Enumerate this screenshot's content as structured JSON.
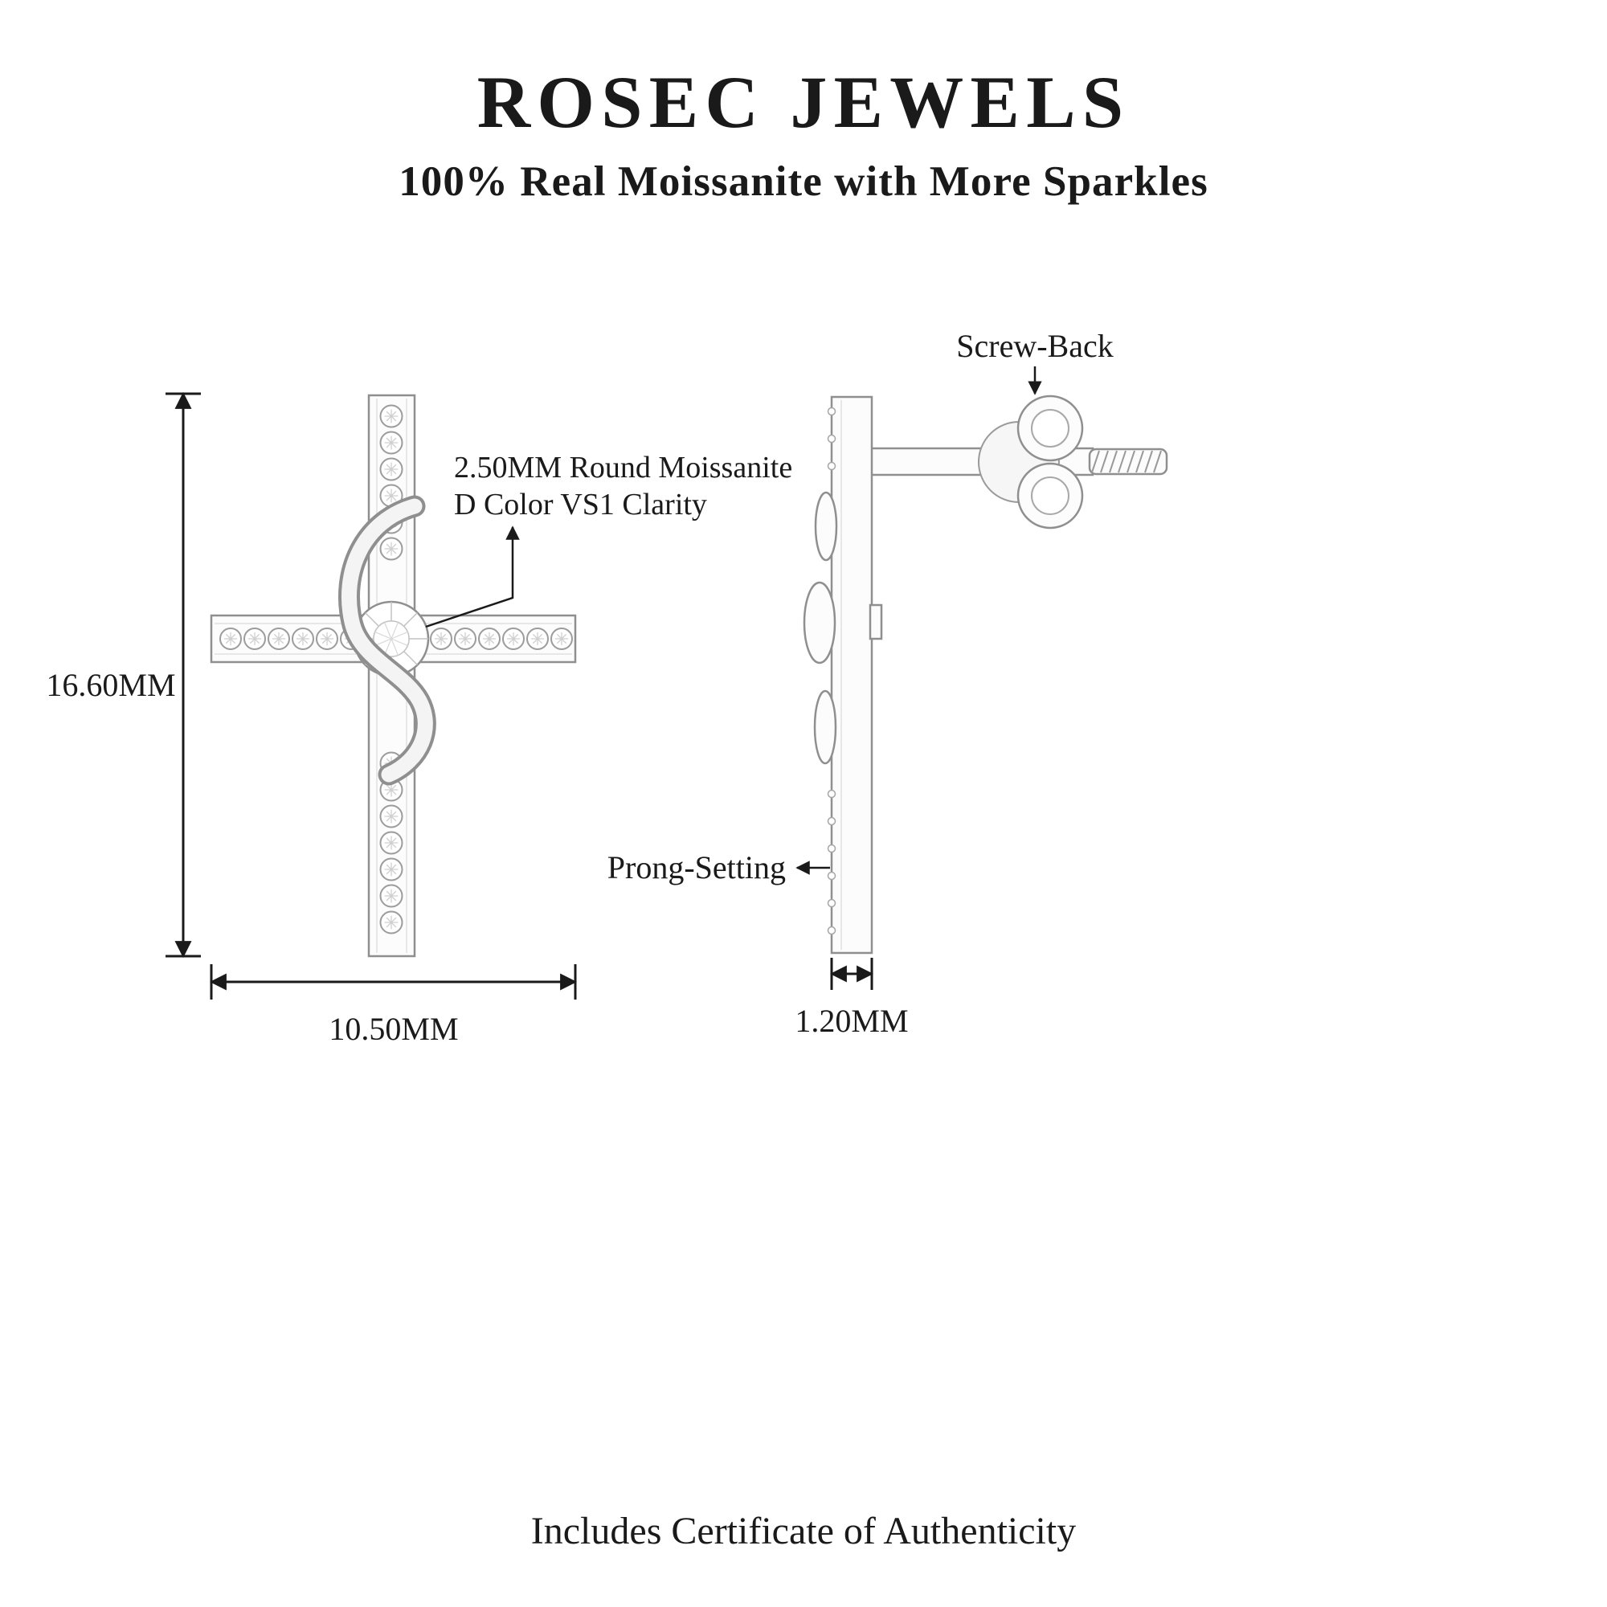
{
  "header": {
    "brand": "ROSEC JEWELS",
    "tagline": "100% Real Moissanite with More Sparkles"
  },
  "callouts": {
    "stone_line1": "2.50MM Round Moissanite",
    "stone_line2": "D Color VS1 Clarity",
    "screw_back": "Screw-Back",
    "prong_setting": "Prong-Setting"
  },
  "dimensions": {
    "height": "16.60MM",
    "width": "10.50MM",
    "thickness": "1.20MM"
  },
  "footer": {
    "certificate": "Includes Certificate of Authenticity"
  },
  "colors": {
    "text": "#1a1a1a",
    "metal_outline": "#8f8f8f",
    "metal_fill": "#fcfcfc",
    "background": "#ffffff"
  }
}
